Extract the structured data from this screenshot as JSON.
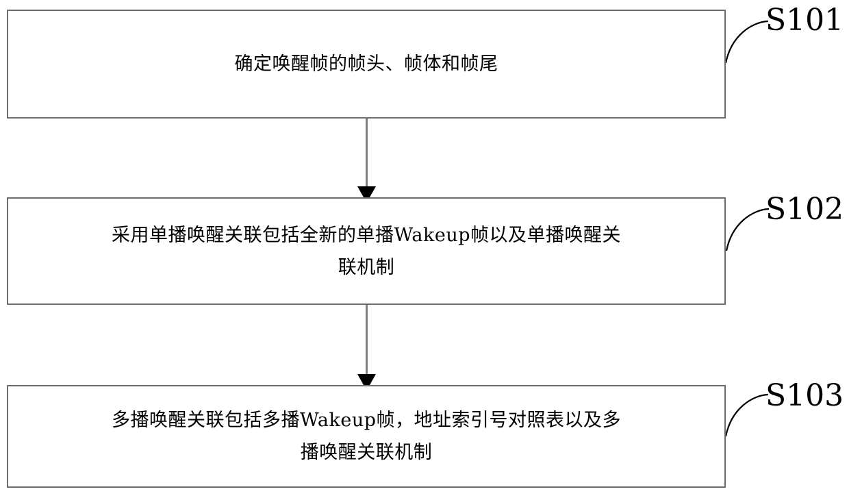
{
  "diagram": {
    "type": "flowchart",
    "orientation": "vertical",
    "colors": {
      "box_border": "#6e6e6e",
      "box_fill": "#ffffff",
      "text": "#000000",
      "connector": "#808080",
      "leader_line": "#000000"
    },
    "steps": [
      {
        "id": "S101",
        "label": "S101",
        "text": "确定唤醒帧的帧头、帧体和帧尾"
      },
      {
        "id": "S102",
        "label": "S102",
        "text": "采用单播唤醒关联包括全新的单播Wakeup帧以及单播唤醒关\n联机制"
      },
      {
        "id": "S103",
        "label": "S103",
        "text": "多播唤醒关联包括多播Wakeup帧，地址索引号对照表以及多\n播唤醒关联机制"
      }
    ],
    "connectors": [
      {
        "from": "S101",
        "to": "S102",
        "arrow": "down-arrowhead"
      },
      {
        "from": "S102",
        "to": "S103",
        "arrow": "down-arrowhead"
      }
    ]
  }
}
